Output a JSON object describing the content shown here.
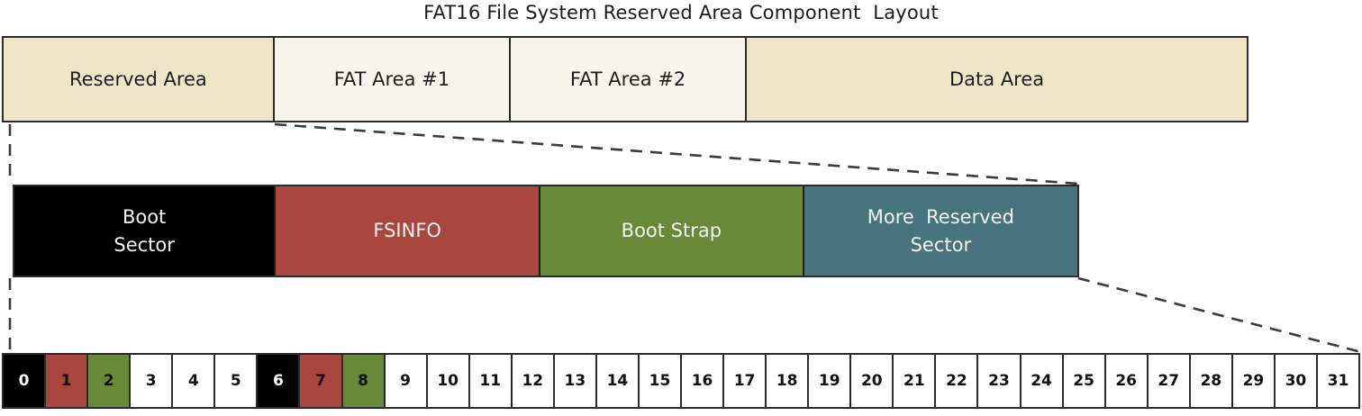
{
  "title": "FAT16 File System Reserved Area Component  Layout",
  "colors": {
    "cream_dark": "#EFE6C8",
    "cream_light": "#F8F6EC",
    "black": "#000000",
    "red": "#A9473F",
    "green": "#688A38",
    "teal": "#487480",
    "white": "#FFFFFF",
    "border": "#2B2B2B",
    "text_dark": "#1D1D1D",
    "text_light": "#F2F2F2",
    "leader": "#3A3A3A"
  },
  "fs_layout": {
    "segments": [
      {
        "label": "Reserved Area",
        "fill": "#EFE6C8",
        "text_color": "#1D1D1D",
        "width_pct": 21.8
      },
      {
        "label": "FAT Area #1",
        "fill": "#F8F6EC",
        "text_color": "#1D1D1D",
        "width_pct": 19.0
      },
      {
        "label": "FAT Area #2",
        "fill": "#F8F6EC",
        "text_color": "#1D1D1D",
        "width_pct": 19.0
      },
      {
        "label": "Data Area",
        "fill": "#EFE6C8",
        "text_color": "#1D1D1D",
        "width_pct": 40.2
      }
    ]
  },
  "reserved_detail": {
    "segments": [
      {
        "line1": "Boot",
        "line2": "Sector",
        "fill": "#000000",
        "text_color": "#F2F2F2",
        "width_pct": 24.6
      },
      {
        "line1": "FSINFO",
        "line2": "",
        "fill": "#A9473F",
        "text_color": "#F2F2F2",
        "width_pct": 24.9
      },
      {
        "line1": "Boot Strap",
        "line2": "",
        "fill": "#688A38",
        "text_color": "#F2F2F2",
        "width_pct": 24.8
      },
      {
        "line1": "More  Reserved",
        "line2": "Sector",
        "fill": "#487480",
        "text_color": "#F2F2F2",
        "width_pct": 25.7
      }
    ]
  },
  "sector_grid": {
    "cells": [
      {
        "num": "0",
        "fill": "#000000",
        "text_color": "#FFFFFF"
      },
      {
        "num": "1",
        "fill": "#A9473F",
        "text_color": "#111111"
      },
      {
        "num": "2",
        "fill": "#688A38",
        "text_color": "#111111"
      },
      {
        "num": "3",
        "fill": "#FFFFFF",
        "text_color": "#111111"
      },
      {
        "num": "4",
        "fill": "#FFFFFF",
        "text_color": "#111111"
      },
      {
        "num": "5",
        "fill": "#FFFFFF",
        "text_color": "#111111"
      },
      {
        "num": "6",
        "fill": "#000000",
        "text_color": "#FFFFFF"
      },
      {
        "num": "7",
        "fill": "#A9473F",
        "text_color": "#111111"
      },
      {
        "num": "8",
        "fill": "#688A38",
        "text_color": "#111111"
      },
      {
        "num": "9",
        "fill": "#FFFFFF",
        "text_color": "#111111"
      },
      {
        "num": "10",
        "fill": "#FFFFFF",
        "text_color": "#111111"
      },
      {
        "num": "11",
        "fill": "#FFFFFF",
        "text_color": "#111111"
      },
      {
        "num": "12",
        "fill": "#FFFFFF",
        "text_color": "#111111"
      },
      {
        "num": "13",
        "fill": "#FFFFFF",
        "text_color": "#111111"
      },
      {
        "num": "14",
        "fill": "#FFFFFF",
        "text_color": "#111111"
      },
      {
        "num": "15",
        "fill": "#FFFFFF",
        "text_color": "#111111"
      },
      {
        "num": "16",
        "fill": "#FFFFFF",
        "text_color": "#111111"
      },
      {
        "num": "17",
        "fill": "#FFFFFF",
        "text_color": "#111111"
      },
      {
        "num": "18",
        "fill": "#FFFFFF",
        "text_color": "#111111"
      },
      {
        "num": "19",
        "fill": "#FFFFFF",
        "text_color": "#111111"
      },
      {
        "num": "20",
        "fill": "#FFFFFF",
        "text_color": "#111111"
      },
      {
        "num": "21",
        "fill": "#FFFFFF",
        "text_color": "#111111"
      },
      {
        "num": "22",
        "fill": "#FFFFFF",
        "text_color": "#111111"
      },
      {
        "num": "23",
        "fill": "#FFFFFF",
        "text_color": "#111111"
      },
      {
        "num": "24",
        "fill": "#FFFFFF",
        "text_color": "#111111"
      },
      {
        "num": "25",
        "fill": "#FFFFFF",
        "text_color": "#111111"
      },
      {
        "num": "26",
        "fill": "#FFFFFF",
        "text_color": "#111111"
      },
      {
        "num": "27",
        "fill": "#FFFFFF",
        "text_color": "#111111"
      },
      {
        "num": "28",
        "fill": "#FFFFFF",
        "text_color": "#111111"
      },
      {
        "num": "29",
        "fill": "#FFFFFF",
        "text_color": "#111111"
      },
      {
        "num": "30",
        "fill": "#FFFFFF",
        "text_color": "#111111"
      },
      {
        "num": "31",
        "fill": "#FFFFFF",
        "text_color": "#111111"
      }
    ]
  }
}
